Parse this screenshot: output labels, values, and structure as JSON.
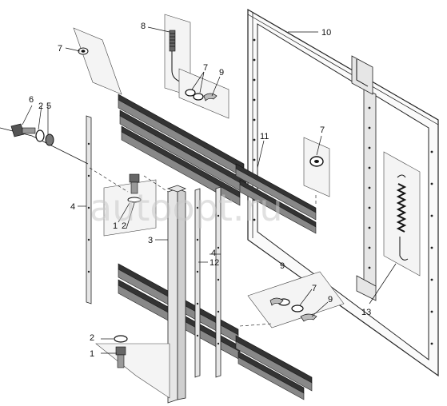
{
  "callouts": {
    "c1a": "1",
    "c1b": "1",
    "c2a": "2",
    "c2b": "2",
    "c2c": "2",
    "c3": "3",
    "c4a": "4",
    "c4b": "4",
    "c5": "5",
    "c6": "6",
    "c7a": "7",
    "c7b": "7",
    "c7c": "7",
    "c7d": "7",
    "c8": "8",
    "c9a": "9",
    "c9b": "9",
    "c9c": "9",
    "c10": "10",
    "c11": "11",
    "c12": "12",
    "c13": "13"
  },
  "watermark": "autoopt.ru",
  "colors": {
    "ink": "#111111",
    "fill_dark": "#333333",
    "fill_mid": "#888888",
    "fill_light": "#e6e6e6",
    "background": "#ffffff"
  }
}
